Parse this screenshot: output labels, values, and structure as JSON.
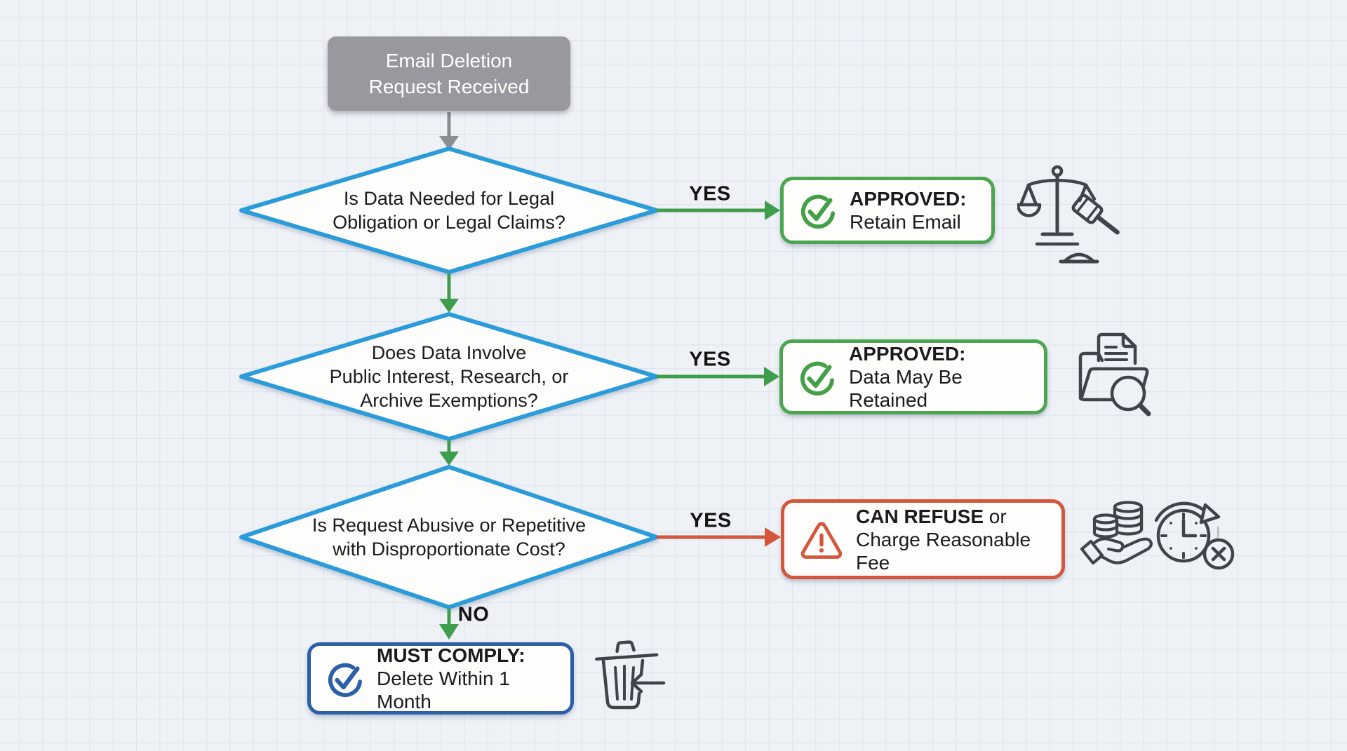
{
  "palette": {
    "background": "#eef1f6",
    "grid_line": "#dfe3ec",
    "diamond_blue": "#2b9cd9",
    "arrow_green": "#3f9e4d",
    "approved_green": "#4aa750",
    "check_green": "#43a047",
    "refuse_red": "#d4573c",
    "comply_blue": "#2b5fa7",
    "start_gray": "#97999e",
    "icon_line_gray": "#3f444b",
    "text_black": "#1b1b1d"
  },
  "start_node": {
    "label": "Email Deletion\nRequest Received"
  },
  "decisions": [
    {
      "label": "Is Data Needed for Legal\nObligation or Legal Claims?",
      "yes_label": "YES"
    },
    {
      "label": "Does Data Involve\nPublic Interest, Research, or\nArchive Exemptions?",
      "yes_label": "YES"
    },
    {
      "label": "Is Request Abusive or Repetitive\nwith Disproportionate Cost?",
      "yes_label": "YES",
      "no_label": "NO"
    }
  ],
  "outcomes": [
    {
      "strong": "APPROVED:",
      "rest": "",
      "sub": "Retain Email",
      "style": "approved",
      "icon": "check-circle-icon"
    },
    {
      "strong": "APPROVED:",
      "rest": "",
      "sub": "Data May Be Retained",
      "style": "approved",
      "icon": "check-circle-icon"
    },
    {
      "strong": "CAN REFUSE",
      "rest": " or",
      "sub": "Charge Reasonable Fee",
      "style": "refuse",
      "icon": "warning-triangle-icon"
    },
    {
      "strong": "MUST COMPLY:",
      "rest": "",
      "sub": "Delete Within 1 Month",
      "style": "comply",
      "icon": "check-circle-icon"
    }
  ],
  "decorative_icons": [
    "scales-gavel-icon",
    "folder-search-icon",
    "hand-coins-icon",
    "clock-deadline-icon",
    "trash-delete-icon"
  ]
}
